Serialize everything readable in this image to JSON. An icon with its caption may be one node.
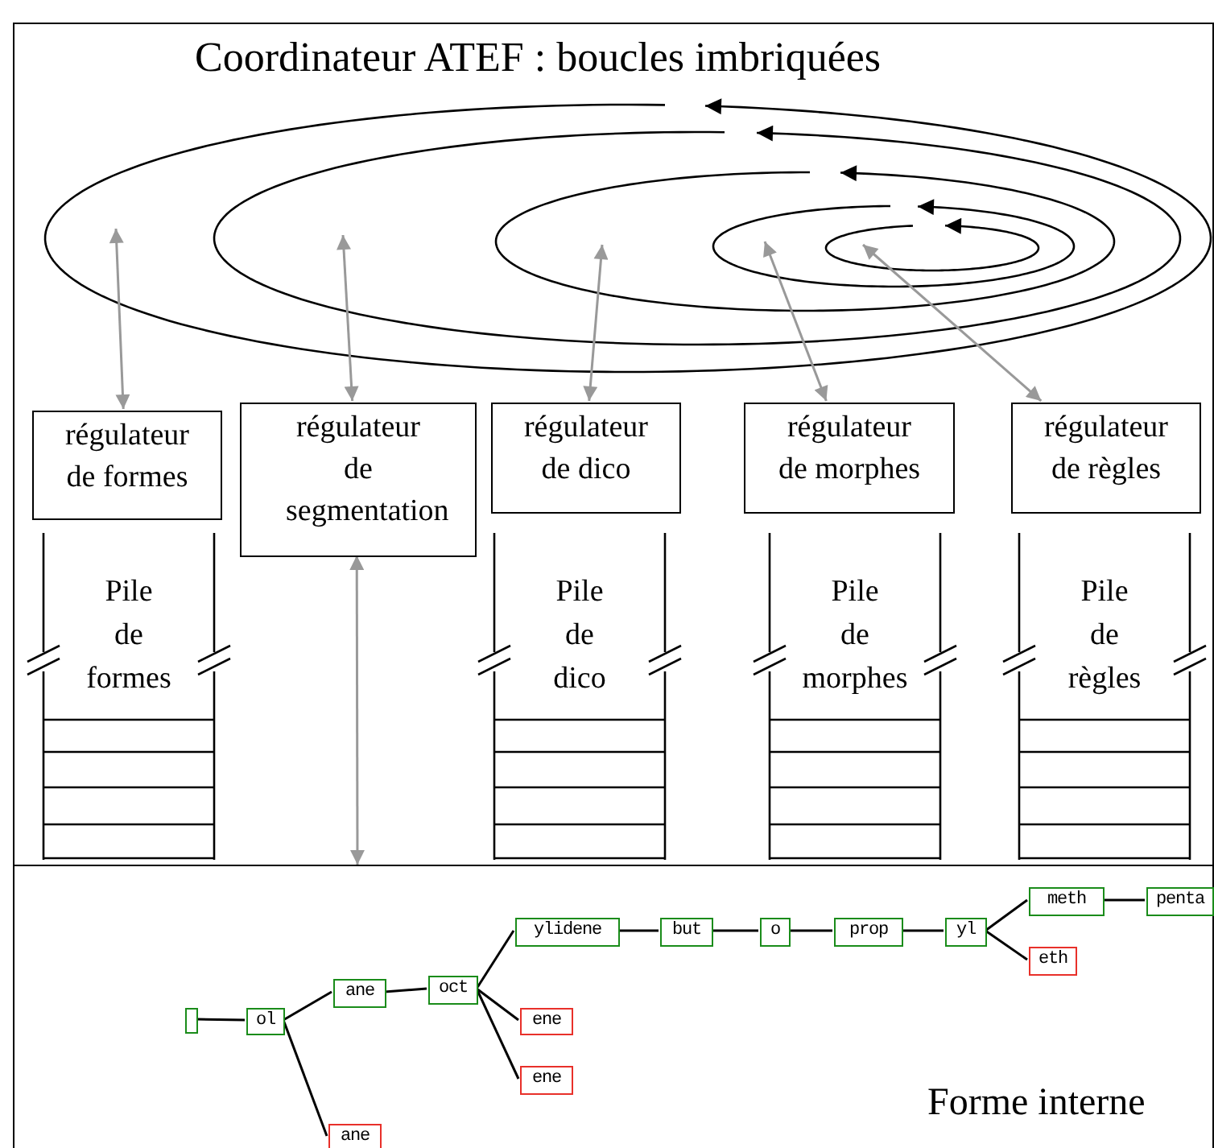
{
  "diagram": {
    "nodes": [
      {
        "text": [
          "Coordinateur ATEF : boucles imbriquées"
        ]
      },
      {
        "text": [
          "régulateur de formes"
        ],
        "in": 0
      },
      {
        "text": [
          "régulateur de segmentation"
        ],
        "in": 0
      },
      {
        "text": [
          "régulateur de dico"
        ],
        "in": 0
      },
      {
        "text": [
          "régulateur de morphes"
        ],
        "in": 0
      },
      {
        "text": [
          "régulateur de règles"
        ],
        "in": 0
      },
      {
        "text": [
          "Pile de formes"
        ],
        "in": 0
      },
      {
        "text": [
          "Pile de dico"
        ],
        "in": 0
      },
      {
        "text": [
          "Pile de morphes"
        ],
        "in": 0
      },
      {
        "text": [
          "Pile de règles"
        ],
        "in": 0
      },
      {
        "text": [
          "Forme interne"
        ]
      },
      {
        "text": [],
        "shape": "box",
        "in": 10
      },
      {
        "text": [
          "ol"
        ],
        "in": 10
      },
      {
        "text": [
          "ane"
        ],
        "in": 10
      },
      {
        "text": [
          "oct"
        ],
        "in": 10
      },
      {
        "text": [
          "ane"
        ],
        "in": 10
      },
      {
        "text": [
          "ylidene"
        ],
        "in": 10
      },
      {
        "text": [
          "ene"
        ],
        "in": 10
      },
      {
        "text": [
          "ene"
        ],
        "in": 10
      },
      {
        "text": [
          "but"
        ],
        "in": 10
      },
      {
        "text": [
          "o"
        ],
        "in": 10
      },
      {
        "text": [
          "prop"
        ],
        "in": 10
      },
      {
        "text": [
          "yl"
        ],
        "in": 10
      },
      {
        "text": [
          "meth"
        ],
        "in": 10
      },
      {
        "text": [
          "eth"
        ],
        "in": 10
      },
      {
        "text": [
          "penta"
        ],
        "in": 10
      }
    ],
    "edges": [
      {
        "from": 1,
        "to": null,
        "arrow": "both",
        "color": "#999999"
      },
      {
        "from": 2,
        "to": null,
        "arrow": "both",
        "color": "#999999"
      },
      {
        "from": 3,
        "to": null,
        "arrow": "both",
        "color": "#999999"
      },
      {
        "from": 4,
        "to": null,
        "arrow": "both",
        "color": "#999999"
      },
      {
        "from": 5,
        "to": null,
        "arrow": "both",
        "color": "#999999"
      },
      {
        "from": 2,
        "to": 10,
        "arrow": "both",
        "color": "#999999"
      },
      {
        "from": 11,
        "to": 12,
        "arrow": "none"
      },
      {
        "from": 12,
        "to": 13,
        "arrow": "none"
      },
      {
        "from": 12,
        "to": 15,
        "arrow": "none"
      },
      {
        "from": 13,
        "to": 14,
        "arrow": "none"
      },
      {
        "from": 14,
        "to": 16,
        "arrow": "none"
      },
      {
        "from": 14,
        "to": 17,
        "arrow": "none"
      },
      {
        "from": 14,
        "to": 18,
        "arrow": "none"
      },
      {
        "from": 16,
        "to": 19,
        "arrow": "none"
      },
      {
        "from": 19,
        "to": 20,
        "arrow": "none"
      },
      {
        "from": 20,
        "to": 21,
        "arrow": "none"
      },
      {
        "from": 21,
        "to": 22,
        "arrow": "none"
      },
      {
        "from": 22,
        "to": 23,
        "arrow": "none"
      },
      {
        "from": 22,
        "to": 24,
        "arrow": "none"
      },
      {
        "from": 23,
        "to": 25,
        "arrow": "none"
      }
    ]
  }
}
